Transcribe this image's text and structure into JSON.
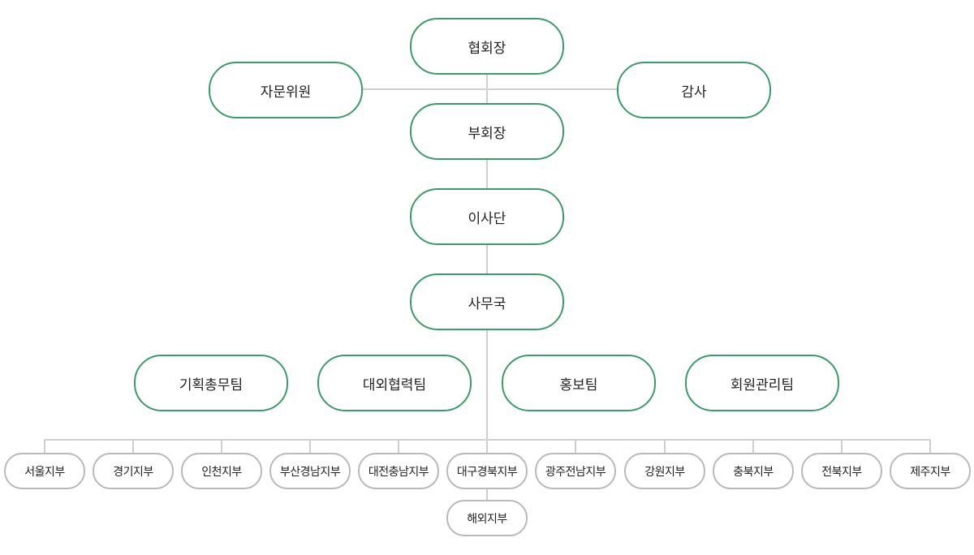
{
  "org": {
    "president": "협회장",
    "advisory": "자문위원",
    "audit": "감사",
    "vice_president": "부회장",
    "board": "이사단",
    "secretariat": "사무국",
    "teams": [
      "기획총무팀",
      "대외협력팀",
      "홍보팀",
      "회원관리팀"
    ],
    "branches": [
      "서울지부",
      "경기지부",
      "인천지부",
      "부산경남지부",
      "대전충남지부",
      "대구경북지부",
      "광주전남지부",
      "강원지부",
      "충북지부",
      "전북지부",
      "제주지부"
    ],
    "overseas_branch": "해외지부"
  },
  "colors": {
    "main_border": "#3d9a6a",
    "branch_border": "#b9b9b9",
    "line": "#cfcfcf"
  }
}
